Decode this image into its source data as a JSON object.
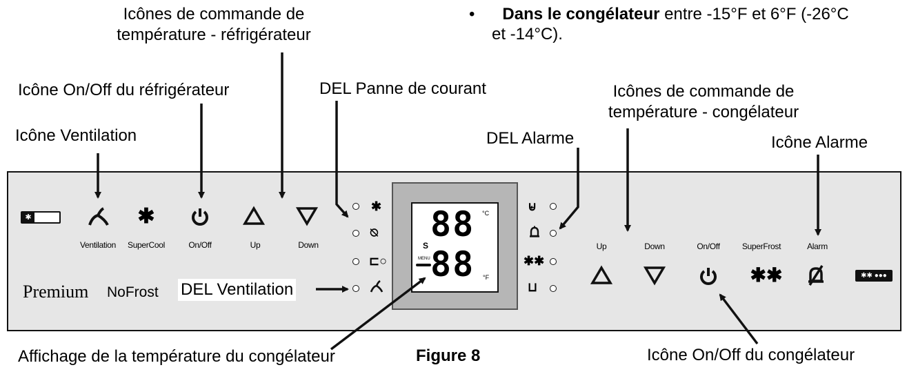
{
  "callouts": {
    "fridge_temp_icons": [
      "Icônes de commande de",
      "température - réfrigérateur"
    ],
    "fridge_onoff": "Icône On/Off du réfrigérateur",
    "ventilation_icon": "Icône Ventilation",
    "power_failure_led": "DEL Panne de courant",
    "freezer_temp_icons": [
      "Icônes de commande de",
      "température - congélateur"
    ],
    "alarm_led": "DEL Alarme",
    "alarm_icon": "Icône Alarme",
    "ventilation_led": "DEL Ventilation",
    "freezer_display": "Affichage de la température du congélateur",
    "freezer_onoff": "Icône On/Off du congélateur"
  },
  "note": {
    "bullet": "•",
    "bold": "Dans le congélateur",
    "rest_line1": " entre -15°F et 6°F (-26°C",
    "line2": "et -14°C)."
  },
  "figure_caption": "Figure 8",
  "panel": {
    "left_buttons": [
      {
        "label": "Ventilation",
        "icon": "ventilation-icon",
        "glyph": "⅄"
      },
      {
        "label": "SuperCool",
        "icon": "snowflake-icon",
        "glyph": "✱"
      },
      {
        "label": "On/Off",
        "icon": "power-icon",
        "glyph": "⏻"
      },
      {
        "label": "Up",
        "icon": "triangle-up-icon",
        "glyph": "△"
      },
      {
        "label": "Down",
        "icon": "triangle-down-icon",
        "glyph": "▽"
      }
    ],
    "right_buttons": [
      {
        "label": "Up",
        "icon": "triangle-up-icon",
        "glyph": "△"
      },
      {
        "label": "Down",
        "icon": "triangle-down-icon",
        "glyph": "▽"
      },
      {
        "label": "On/Off",
        "icon": "power-icon",
        "glyph": "⏻"
      },
      {
        "label": "SuperFrost",
        "icon": "double-snowflake-icon",
        "glyph": "✱✱"
      },
      {
        "label": "Alarm",
        "icon": "alarm-off-icon",
        "glyph": "⍉"
      }
    ],
    "brand_premium": "Premium",
    "brand_nofrost": "NoFrost",
    "display": {
      "top_digits": "88",
      "bottom_digits": "88",
      "unit_c": "°C",
      "unit_f": "°F",
      "s_label": "S",
      "menu_label": "MENU"
    }
  }
}
